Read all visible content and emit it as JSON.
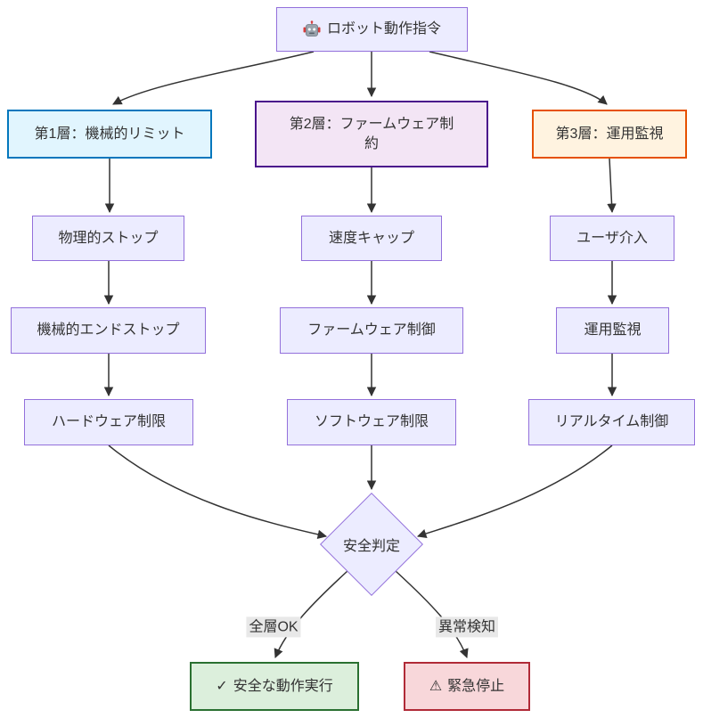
{
  "diagram": {
    "type": "flowchart",
    "direction": "top-down",
    "nodes": {
      "root": "ロボット動作指令",
      "layer1": "第1層：機械的リミット",
      "layer2": "第2層：ファームウェア制約",
      "layer3": "第3層：運用監視",
      "physical_stop": "物理的ストップ",
      "mechanical_endstop": "機械的エンドストップ",
      "hardware_limit": "ハードウェア制限",
      "speed_cap": "速度キャップ",
      "firmware_control": "ファームウェア制御",
      "software_limit": "ソフトウェア制限",
      "user_intervention": "ユーザ介入",
      "operation_monitoring": "運用監視",
      "realtime_control": "リアルタイム制御",
      "decision": "安全判定",
      "safe_exec": "安全な動作実行",
      "emergency_stop": "緊急停止"
    },
    "icons": {
      "root": "robot-icon",
      "check": "✓",
      "warning": "⚠"
    },
    "edge_labels": {
      "all_ok": "全層OK",
      "anomaly": "異常検知"
    },
    "colors": {
      "node_fill": "#ececff",
      "node_border": "#9370db",
      "layer1_fill": "#e1f5fe",
      "layer1_border": "#0277bd",
      "layer2_fill": "#f3e5f5",
      "layer2_border": "#4a148c",
      "layer3_fill": "#fff3e0",
      "layer3_border": "#e65100",
      "safe_fill": "#dcefdc",
      "safe_border": "#2a7031",
      "stop_fill": "#f8d7da",
      "stop_border": "#b02a37",
      "edge": "#333333",
      "edge_label_bg": "#e8e8e8",
      "text": "#333333"
    }
  }
}
